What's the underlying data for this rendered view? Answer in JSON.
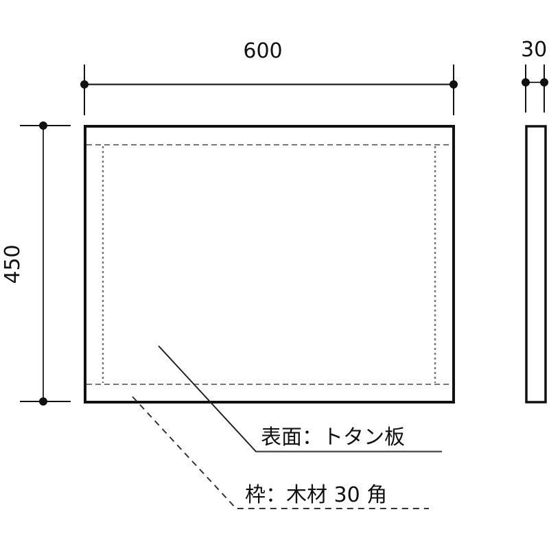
{
  "drawing": {
    "type": "dimension-diagram",
    "subject": "signboard",
    "colors": {
      "line": "#111111",
      "hidden_line": "#777777",
      "background": "#ffffff"
    }
  },
  "dimensions": {
    "width": "600",
    "height": "450",
    "depth": "30"
  },
  "labels": {
    "surface": "表面：トタン板",
    "frame": "枠：木材 30 角"
  },
  "views": {
    "front": {
      "name": "front view",
      "outer_frame": "solid",
      "inner_boundary": "dashed"
    },
    "side": {
      "name": "side view"
    }
  }
}
